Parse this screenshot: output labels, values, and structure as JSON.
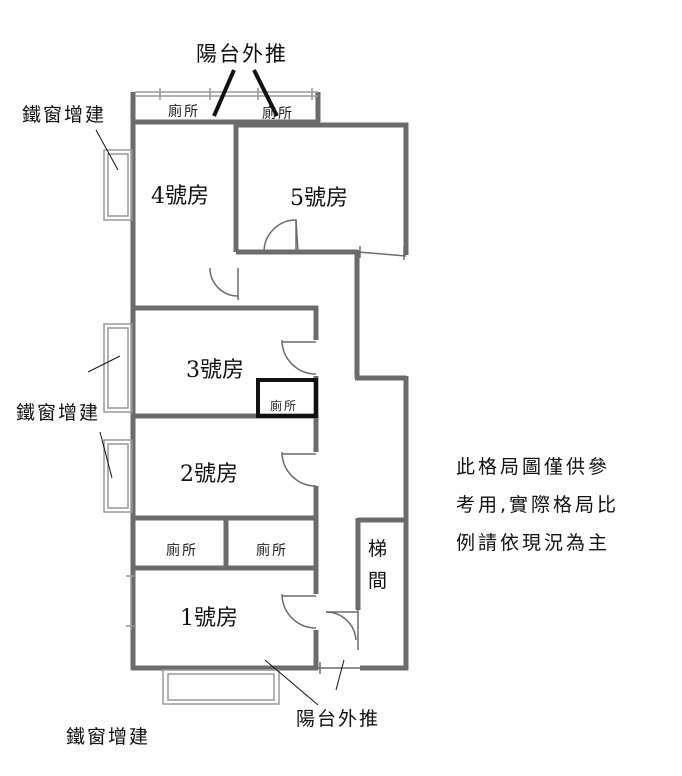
{
  "rooms": {
    "room4": "4號房",
    "room5": "5號房",
    "room3": "3號房",
    "room2": "2號房",
    "room1": "1號房"
  },
  "toilets": {
    "top_left": "廁所",
    "top_right": "廁所",
    "room3": "廁所",
    "middle_left": "廁所",
    "middle_right": "廁所"
  },
  "annotations": {
    "balcony_top": "陽台外推",
    "balcony_bottom": "陽台外推",
    "window_upper": "鐵窗增建",
    "window_middle": "鐵窗增建",
    "window_bottom": "鐵窗增建"
  },
  "stairs": {
    "char1": "梯",
    "char2": "間"
  },
  "note": {
    "line1": "此格局圖僅供參",
    "line2": "考用,實際格局比",
    "line3": "例請依現況為主"
  },
  "colors": {
    "wall": "#6b6b6b",
    "wall_dark": "#111111",
    "thin_line": "#999999"
  }
}
